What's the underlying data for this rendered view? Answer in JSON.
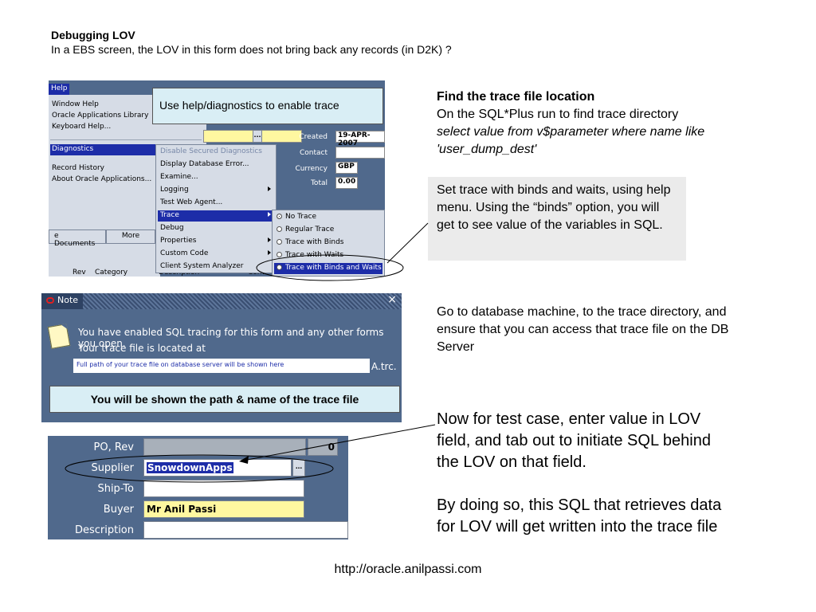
{
  "title": "Debugging LOV",
  "subtitle": "In a EBS screen, the LOV in this form does not bring back any records (in D2K) ?",
  "shot1": {
    "help_menu_label": "Help",
    "help_items": [
      "Window Help",
      "Oracle Applications Library",
      "Keyboard Help...",
      "Diagnostics",
      "Record History",
      "About Oracle Applications..."
    ],
    "callout": "Use help/diagnostics to enable trace",
    "form_labels": [
      "Created",
      "Contact",
      "Currency",
      "Total"
    ],
    "form_values": [
      "19-APR-2007",
      "",
      "GBP",
      "0.00"
    ],
    "diag_items": [
      "Disable Secured Diagnostics",
      "Display Database Error...",
      "Examine...",
      "Logging",
      "Test Web Agent...",
      "Trace",
      "Debug",
      "Properties",
      "Custom Code",
      "Client System Analyzer"
    ],
    "trace_items": [
      "No Trace",
      "Regular Trace",
      "Trace with Binds",
      "Trace with Waits",
      "Trace with Binds and Waits"
    ],
    "tabs": [
      "e Documents",
      "More"
    ],
    "columns": [
      "Rev",
      "Category",
      "Description",
      "Com"
    ]
  },
  "right": {
    "find_heading": "Find the trace file location",
    "find_line": "On the SQL*Plus run to find trace directory",
    "find_sql": "select value from v$parameter where name like 'user_dump_dest'",
    "binds_note": "Set trace with binds and waits, using help menu. Using the “binds” option, you will get to see value of the variables in SQL.",
    "goto_text": "Go to database machine, to the trace directory, and ensure that you can access that trace file on the DB Server",
    "testcase_text": "Now for test case, enter value in LOV field, and tab out to initiate SQL behind the LOV on that field.",
    "doing_text": "By doing so, this SQL that retrieves data for LOV will get written into the trace file"
  },
  "shot2": {
    "title": "Note",
    "close": "×",
    "line1": "You have enabled SQL tracing for this form and any other forms you open.",
    "line2": "Your trace file is located at",
    "path": "Full path of your trace file on database server will be shown here",
    "suffix": "A.trc.",
    "callout": "You will be shown the path & name of the trace file"
  },
  "shot3": {
    "labels": [
      "PO, Rev",
      "Supplier",
      "Ship-To",
      "Buyer",
      "Description"
    ],
    "rev_value": "0",
    "supplier_value": "SnowdownApps",
    "buyer_value": "Mr Anil Passi",
    "lov_glyph": "..."
  },
  "footer_url": "http://oracle.anilpassi.com",
  "colors": {
    "form_bg": "#50698c",
    "menu_bg": "#d6dce6",
    "selection": "#1d2da8",
    "callout_bg": "#d9eef5",
    "field_yellow": "#fff7a0",
    "note_box_bg": "#ebebeb"
  }
}
